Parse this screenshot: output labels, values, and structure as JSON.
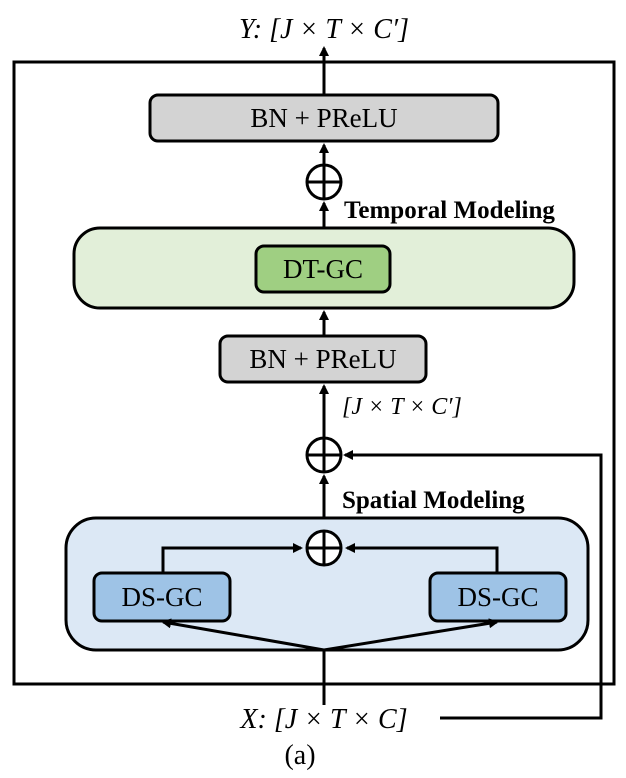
{
  "output_label": "Y: [J × T × C′]",
  "input_label": "X: [J × T × C]",
  "intermediate_label": "[J × T × C′]",
  "caption": "(a)",
  "blocks": {
    "bn_prelu_top": "BN + PReLU",
    "dt_gc": "DT-GC",
    "bn_prelu_mid": "BN + PReLU",
    "ds_gc_left": "DS-GC",
    "ds_gc_right": "DS-GC"
  },
  "sections": {
    "temporal": "Temporal Modeling",
    "spatial": "Spatial Modeling"
  },
  "colors": {
    "gray_box": "#d3d3d3",
    "temporal_region": "#e2efd9",
    "dt_gc_box": "#9fcf82",
    "spatial_region": "#dce8f5",
    "ds_gc_box": "#9ec3e6"
  }
}
